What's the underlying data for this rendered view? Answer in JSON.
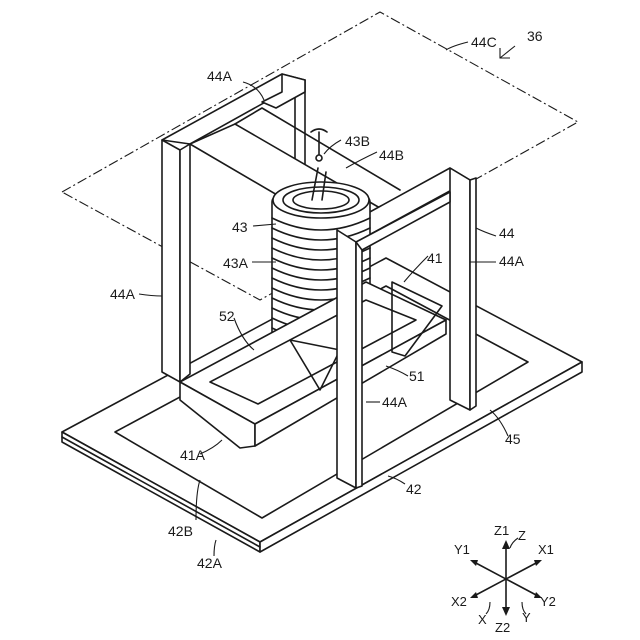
{
  "figure_ref": "36",
  "labels": {
    "cover": "44C",
    "frame_a_top": "44A",
    "bar_43B": "43B",
    "frame_b": "44B",
    "coil": "43",
    "coil_a": "43A",
    "frame": "44",
    "frame_a_right": "44A",
    "frame_a_left": "44A",
    "frame_a_bottom": "44A",
    "mount": "41",
    "part_52": "52",
    "part_51": "51",
    "base_45": "45",
    "base_42": "42",
    "mount_41A": "41A",
    "base_42B": "42B",
    "base_42A": "42A"
  },
  "axes": {
    "z1": "Z1",
    "z": "Z",
    "x1": "X1",
    "y1": "Y1",
    "x2": "X2",
    "y2": "Y2",
    "x": "X",
    "y": "Y",
    "z2": "Z2"
  }
}
